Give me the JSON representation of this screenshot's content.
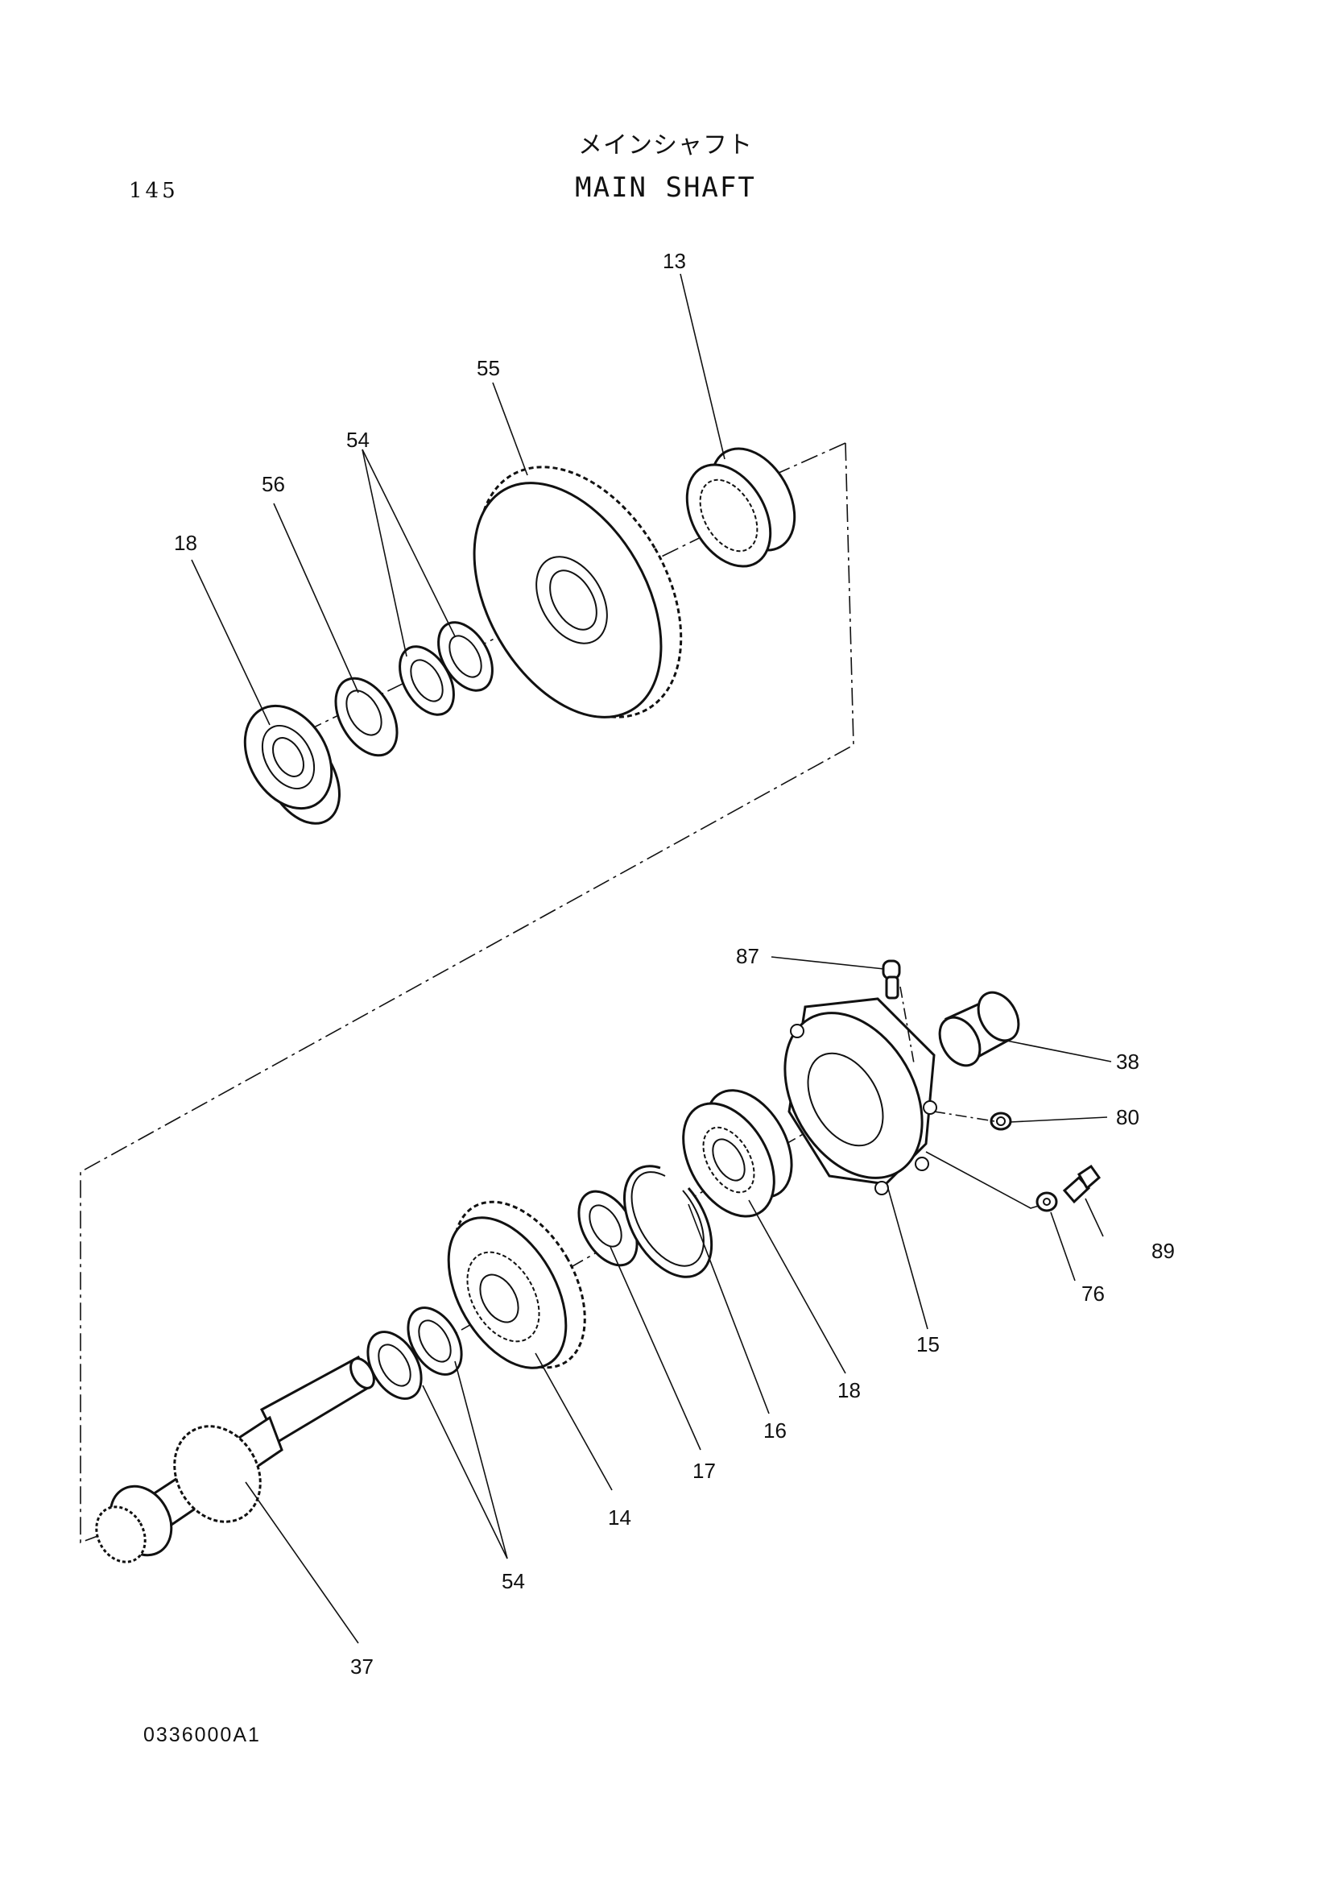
{
  "title_jp": "メインシャフト",
  "title_en": "MAIN SHAFT",
  "page_number": "145",
  "drawing_code": "0336000A1",
  "callouts": {
    "c13": "13",
    "c55": "55",
    "c54_upper": "54",
    "c56": "56",
    "c18_upper": "18",
    "c87": "87",
    "c38": "38",
    "c80": "80",
    "c89": "89",
    "c76": "76",
    "c15": "15",
    "c18_lower": "18",
    "c16": "16",
    "c17": "17",
    "c14": "14",
    "c54_lower": "54",
    "c37": "37"
  }
}
